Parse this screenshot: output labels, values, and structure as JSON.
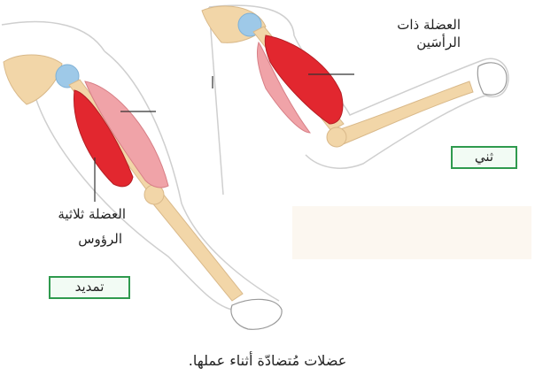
{
  "labels": {
    "biceps_line1": "العضلة ذات",
    "biceps_line2": "الرأسَين",
    "triceps_line1": "العضلة ثلاثية",
    "triceps_line2": "الرؤوس"
  },
  "states": {
    "flexion": "ثني",
    "extension": "تمديد"
  },
  "caption": "عضلات مُتضادّة أثناء عملها.",
  "colors": {
    "skin_outline": "#cfcfcf",
    "bone": "#f2d6a8",
    "muscle_contracted": "#e2272f",
    "muscle_relaxed": "#f0a3a8",
    "joint": "#9ec9e8",
    "box_border": "#2f9a4e"
  }
}
